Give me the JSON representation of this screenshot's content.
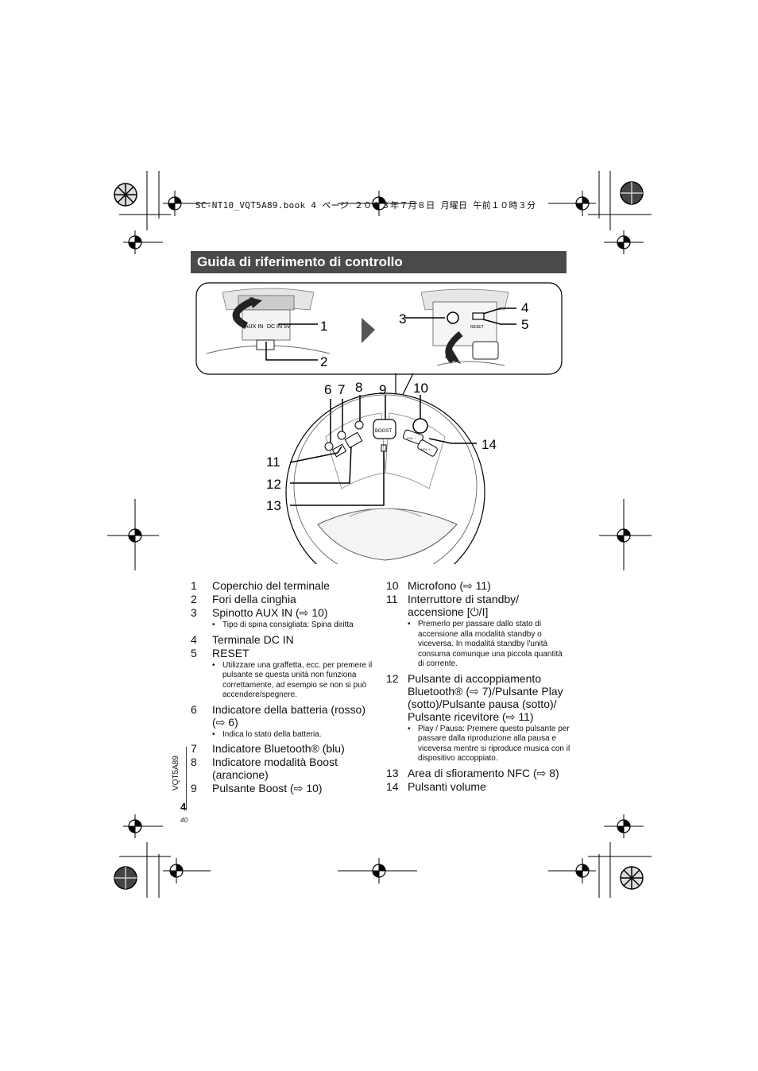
{
  "header": {
    "print_info": "SC-NT10_VQT5A89.book  4 ページ  ２０１３年７月８日  月曜日  午前１０時３分"
  },
  "section_title": "Guida di riferimento di controllo",
  "callouts": {
    "c1": "1",
    "c2": "2",
    "c3": "3",
    "c4": "4",
    "c5": "5",
    "c6": "6",
    "c7": "7",
    "c8": "8",
    "c9": "9",
    "c10": "10",
    "c11": "11",
    "c12": "12",
    "c13": "13",
    "c14": "14"
  },
  "device_labels": {
    "aux_in": "AUX IN",
    "dc_in": "DC IN 5V",
    "reset": "RESET",
    "boost": "BOOST",
    "vol_minus": "VOL −",
    "vol_plus": "VOL +"
  },
  "left_items": [
    {
      "n": "1",
      "text": "Coperchio del terminale"
    },
    {
      "n": "2",
      "text": "Fori della cinghia"
    },
    {
      "n": "3",
      "text": "Spinotto AUX IN (⇨ 10)",
      "note": "Tipo di spina consigliata: Spina diritta"
    },
    {
      "n": "4",
      "text": "Terminale DC IN"
    },
    {
      "n": "5",
      "text": "RESET",
      "note": "Utilizzare una graffetta, ecc. per premere il pulsante se questa unità non funziona correttamente, ad esempio se non si può accendere/spegnere."
    },
    {
      "n": "6",
      "text": "Indicatore della batteria (rosso) (⇨ 6)",
      "note": "Indica lo stato della batteria."
    },
    {
      "n": "7",
      "text": "Indicatore Bluetooth® (blu)"
    },
    {
      "n": "8",
      "text": "Indicatore modalità Boost (arancione)"
    },
    {
      "n": "9",
      "text": "Pulsante Boost (⇨ 10)"
    }
  ],
  "right_items": [
    {
      "n": "10",
      "text": "Microfono (⇨ 11)"
    },
    {
      "n": "11",
      "text": "Interruttore di standby/ accensione [⏻/I]",
      "note": "Premerlo per passare dallo stato di accensione alla modalità standby o viceversa. In modalità standby l'unità consuma comunque una piccola quantità di corrente."
    },
    {
      "n": "12",
      "text": "Pulsante di accoppiamento Bluetooth® (⇨ 7)/Pulsante Play (sotto)/Pulsante pausa (sotto)/ Pulsante ricevitore (⇨ 11)",
      "note": "Play / Pausa: Premere questo pulsante per passare dalla riproduzione alla pausa e viceversa mentre si riproduce musica con il dispositivo accoppiato."
    },
    {
      "n": "13",
      "text": "Area di sfioramento NFC (⇨ 8)"
    },
    {
      "n": "14",
      "text": "Pulsanti volume"
    }
  ],
  "footer": {
    "model_code": "VQT5A89",
    "page_number": "4",
    "sub_page": "40"
  }
}
